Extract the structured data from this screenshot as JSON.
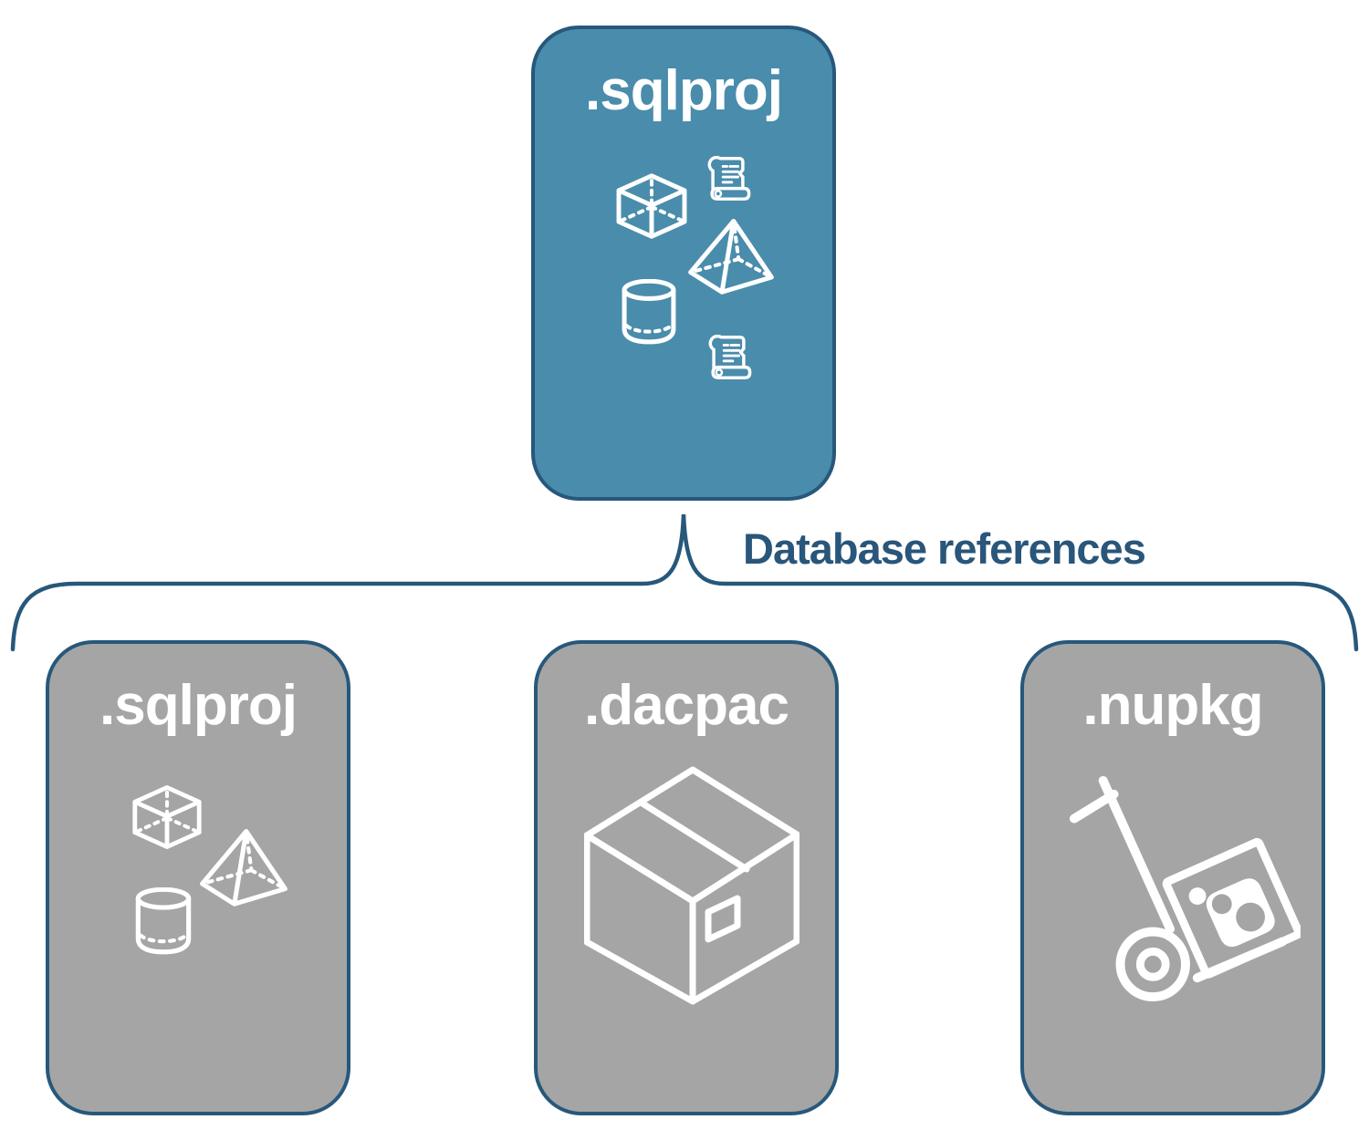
{
  "diagram": {
    "root_card": {
      "label": ".sqlproj",
      "icons": [
        "scroll-icon",
        "cube-icon",
        "pyramid-icon",
        "cylinder-icon",
        "scroll-icon"
      ]
    },
    "connector_label": "Database references",
    "child_cards": [
      {
        "label": ".sqlproj",
        "icons": [
          "cube-icon",
          "pyramid-icon",
          "cylinder-icon"
        ]
      },
      {
        "label": ".dacpac",
        "icons": [
          "package-box-icon"
        ]
      },
      {
        "label": ".nupkg",
        "icons": [
          "hand-truck-nuget-icon"
        ]
      }
    ],
    "colors": {
      "background": "#FFFFFF",
      "root_fill": "#4A8CAC",
      "child_fill": "#A5A5A5",
      "card_stroke": "#27587B",
      "label_text": "#29567A",
      "icon_stroke": "#FFFFFF"
    }
  }
}
